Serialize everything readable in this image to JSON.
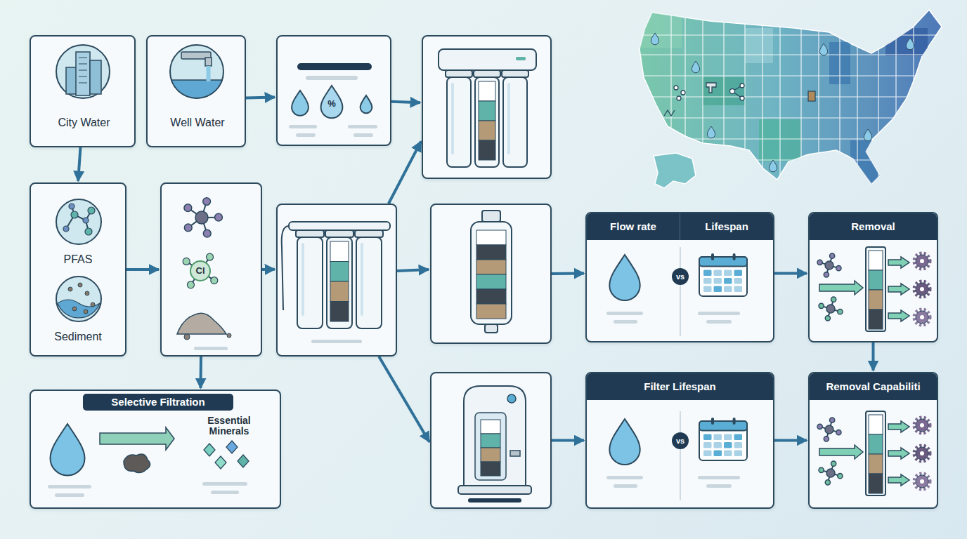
{
  "diagram": {
    "nodes": [
      {
        "text": [
          "City Water"
        ]
      },
      {
        "text": [
          "Well Water"
        ]
      },
      {
        "text": [
          "%"
        ]
      },
      {
        "text": []
      },
      {
        "text": [
          "PFAS",
          "Sediment"
        ]
      },
      {
        "text": [
          "Cl"
        ]
      },
      {
        "text": []
      },
      {
        "text": []
      },
      {
        "text": [
          "Flow rate",
          "Lifespan",
          "vs"
        ]
      },
      {
        "text": [
          "Removal"
        ]
      },
      {
        "text": [
          "Selective Filtration",
          "Essential Minerals"
        ]
      },
      {
        "text": []
      },
      {
        "text": [
          "Filter Lifespan",
          "vs"
        ]
      },
      {
        "text": [
          "Removal Capabiliti"
        ]
      }
    ],
    "edges": [
      {
        "from": 0,
        "to": 4,
        "arrow": "to"
      },
      {
        "from": 1,
        "to": 2,
        "arrow": "to"
      },
      {
        "from": 2,
        "to": 3,
        "arrow": "to"
      },
      {
        "from": 4,
        "to": 5,
        "arrow": "to"
      },
      {
        "from": 5,
        "to": 6,
        "arrow": "to"
      },
      {
        "from": 5,
        "to": 10,
        "arrow": "to"
      },
      {
        "from": 6,
        "to": 3,
        "arrow": "to"
      },
      {
        "from": 6,
        "to": 7,
        "arrow": "to"
      },
      {
        "from": 6,
        "to": 11,
        "arrow": "to"
      },
      {
        "from": 7,
        "to": 8,
        "arrow": "to"
      },
      {
        "from": 8,
        "to": 9,
        "arrow": "to"
      },
      {
        "from": 9,
        "to": 13,
        "arrow": "to"
      },
      {
        "from": 11,
        "to": 12,
        "arrow": "to"
      },
      {
        "from": 12,
        "to": 13,
        "arrow": "to"
      }
    ]
  }
}
